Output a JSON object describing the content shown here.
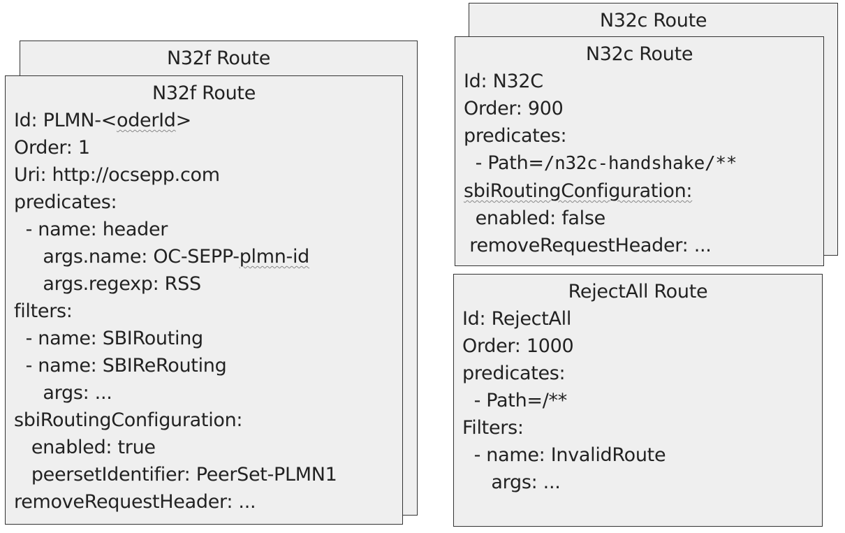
{
  "n32f_back": {
    "title": "N32f Route"
  },
  "n32f": {
    "title": "N32f Route",
    "lines": [
      "Id: PLMN-<oderId>",
      "Order: 1",
      "Uri: http://ocsepp.com",
      "predicates:",
      "  - name: header",
      "     args.name: OC-SEPP-plmn-id",
      "     args.regexp: RSS",
      "filters:",
      "  - name: SBIRouting",
      "  - name: SBIReRouting",
      "     args: ...",
      "sbiRoutingConfiguration:",
      "   enabled: true",
      "   peersetIdentifier: PeerSet-PLMN1",
      "removeRequestHeader: ..."
    ]
  },
  "n32c_back": {
    "title": "N32c Route"
  },
  "n32c": {
    "title": "N32c Route",
    "id": "Id: N32C",
    "order": "Order: 900",
    "predicates": "predicates:",
    "path_prefix": "  - Path=",
    "path_value": "/n32c-handshake/**",
    "sbi": "sbiRoutingConfiguration:",
    "enabled": "  enabled: false",
    "remove": " removeRequestHeader: ..."
  },
  "reject": {
    "title": "RejectAll Route",
    "lines": [
      "Id: RejectAll",
      "Order: 1000",
      "predicates:",
      "  - Path=/**",
      "Filters:",
      "  - name: InvalidRoute",
      "     args: ..."
    ]
  }
}
